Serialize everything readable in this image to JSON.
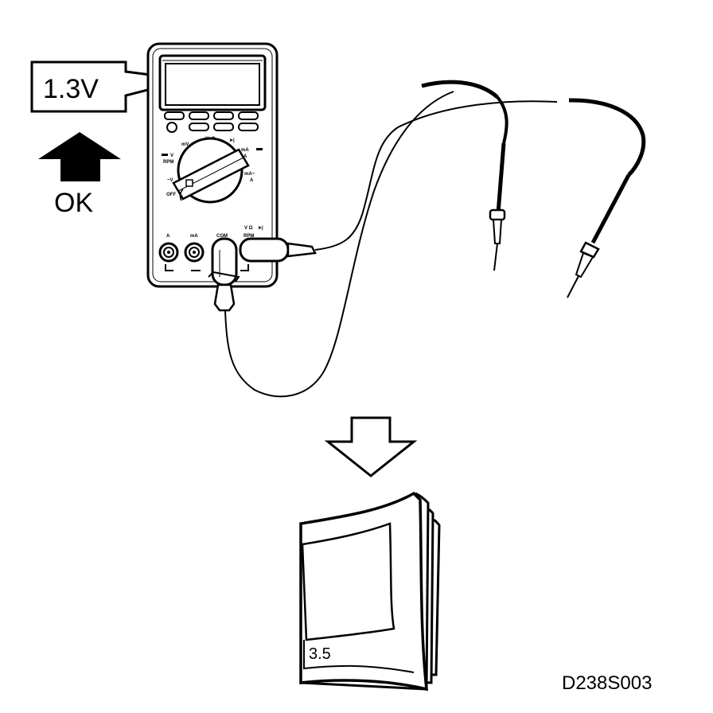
{
  "reading": {
    "display_value": "1.3V"
  },
  "status": {
    "ok_label": "OK"
  },
  "meter": {
    "dial_labels": {
      "mv": "mV",
      "ohm_buzzer": "·))) Ω",
      "ma_dc": "mA",
      "ma_dc_a": "A",
      "v_rpm_v": "V",
      "v_rpm_rpm": "RPM",
      "ac_v": "~V",
      "off": "OFF",
      "ma_ac": "mA~",
      "ma_ac_a": "A"
    },
    "jack_labels": {
      "a": "A",
      "ma": "mA",
      "com": "COM",
      "v_ohm": "V  Ω",
      "rpm": "RPM"
    }
  },
  "manual": {
    "page_ref": "3.5"
  },
  "figure": {
    "code": "D238S003"
  }
}
